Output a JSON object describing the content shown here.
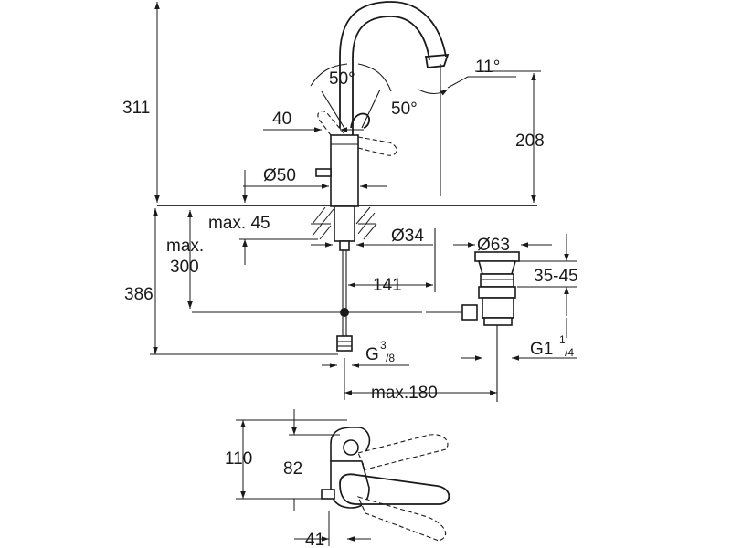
{
  "dimensions": {
    "total_height": "311",
    "spout_height": "208",
    "spout_angle": "11°",
    "lever_angle_left": "50°",
    "lever_angle_right": "50°",
    "lever_offset": "40",
    "base_diameter": "Ø50",
    "deck_thickness": "max. 45",
    "hole_diameter": "Ø34",
    "hose_length": "max.\n300",
    "hose_length_line1": "max.",
    "hose_length_line2": "300",
    "below_deck_height": "386",
    "waste_offset": "141",
    "waste_diameter": "Ø63",
    "waste_adjust": "35-45",
    "connection_thread_main": "G",
    "connection_thread_sup": "3",
    "connection_thread_sub": "/8",
    "waste_thread_main": "G1",
    "waste_thread_sup": "1",
    "waste_thread_sub": "/4",
    "waste_reach": "max.180",
    "top_view_depth": "110",
    "top_view_lever": "82",
    "top_view_base": "41"
  }
}
